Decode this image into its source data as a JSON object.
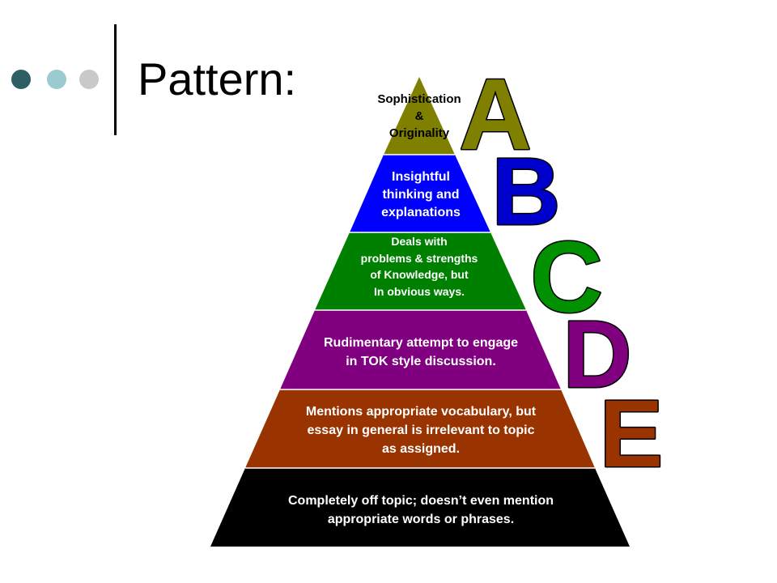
{
  "slide": {
    "title": "Pattern:",
    "dot_colors": [
      "#2e5f66",
      "#9bcbd1",
      "#c9c9c9"
    ]
  },
  "pyramid": {
    "levels": [
      {
        "grade": "A",
        "text": "Sophistication\n&\nOriginality",
        "fill": "#808000",
        "letter_color": "#808000"
      },
      {
        "grade": "B",
        "text": "Insightful\nthinking and\nexplanations",
        "fill": "#0000ff",
        "letter_color": "#0000cc"
      },
      {
        "grade": "C",
        "text": "Deals with\nproblems & strengths\nof Knowledge, but\nIn obvious ways.",
        "fill": "#008000",
        "letter_color": "#009000"
      },
      {
        "grade": "D",
        "text": "Rudimentary attempt to engage\nin TOK style discussion.",
        "fill": "#800080",
        "letter_color": "#800080"
      },
      {
        "grade": "E",
        "text": "Mentions appropriate vocabulary, but\nessay in general is irrelevant to topic\nas assigned.",
        "fill": "#993300",
        "letter_color": "#993300"
      },
      {
        "grade": "",
        "text": "Completely off topic; doesn’t even mention\nappropriate words or phrases.",
        "fill": "#000000",
        "letter_color": ""
      }
    ]
  }
}
